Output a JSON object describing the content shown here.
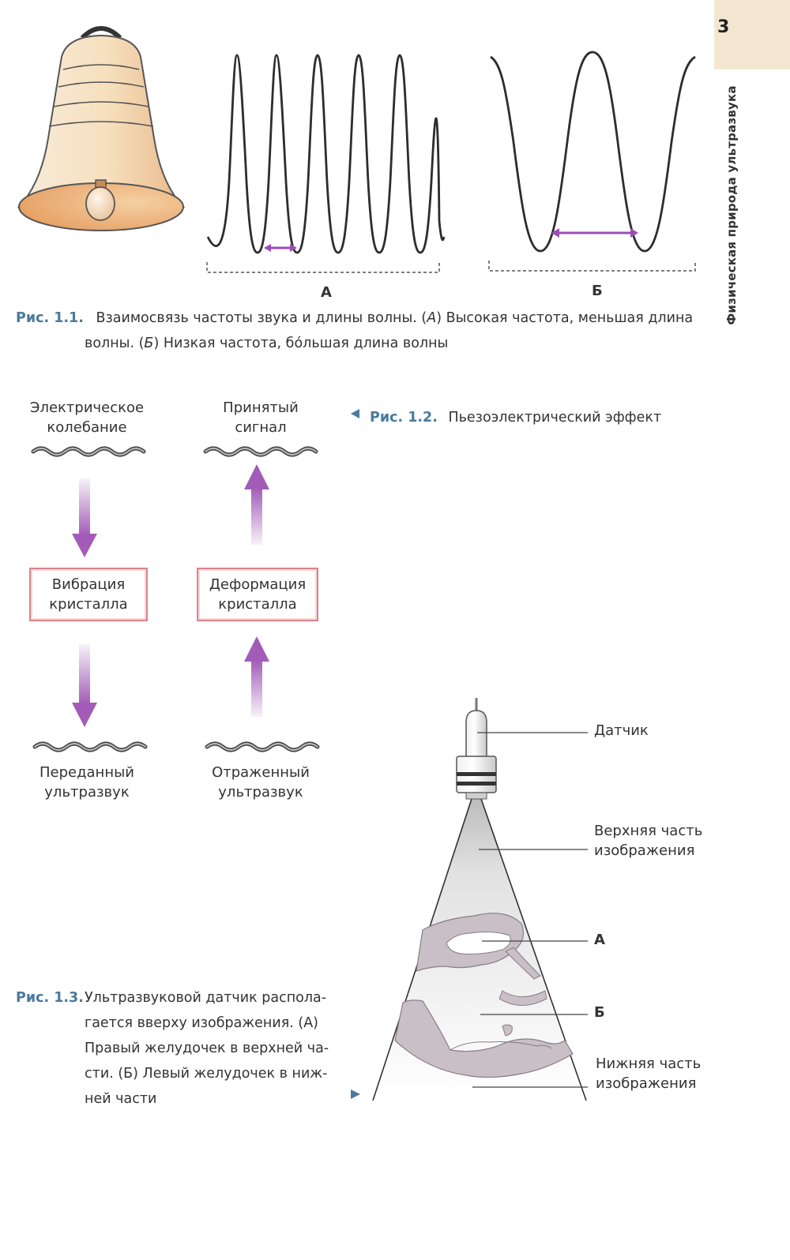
{
  "page": {
    "number": "3",
    "running_title": "Физическая природа ультразвука"
  },
  "fig_1_1": {
    "label": "Рис. 1.1.",
    "caption_line1": "Взаимосвязь частоты звука и длины волны. (",
    "caption_A": "А",
    "caption_mid": ") Высокая частота, меньшая длина",
    "caption_line2_pre": "волны. (",
    "caption_B": "Б",
    "caption_line2_post": ") Низкая частота, бо́льшая длина волны",
    "panel_a": "А",
    "panel_b": "Б"
  },
  "fig_1_2": {
    "label": "Рис. 1.2.",
    "caption": "Пьезоэлектрический эффект",
    "electric_oscillation": [
      "Электрическое",
      "колебание"
    ],
    "received_signal": [
      "Принятый",
      "сигнал"
    ],
    "crystal_vibration": [
      "Вибрация",
      "кристалла"
    ],
    "crystal_deformation": [
      "Деформация",
      "кристалла"
    ],
    "transmitted_ultrasound": [
      "Переданный",
      "ультразвук"
    ],
    "reflected_ultrasound": [
      "Отраженный",
      "ультразвук"
    ]
  },
  "fig_1_3": {
    "label": "Рис. 1.3.",
    "caption_lines": [
      "Ультразвуковой датчик распола-",
      "гается вверху изображения. (А)",
      "Правый желудочек в верхней ча-",
      "сти. (Б) Левый желудочек в ниж-",
      "ней части"
    ],
    "transducer": "Датчик",
    "image_top": [
      "Верхняя часть",
      "изображения"
    ],
    "label_a": "А",
    "label_b": "Б",
    "image_bottom": [
      "Нижняя часть",
      "изображения"
    ]
  },
  "colors": {
    "accent_blue": "#4a7a9e",
    "arrow_purple": "#a25cb8",
    "box_border": "#d9848a",
    "tab_bg": "#f3e7d2"
  }
}
